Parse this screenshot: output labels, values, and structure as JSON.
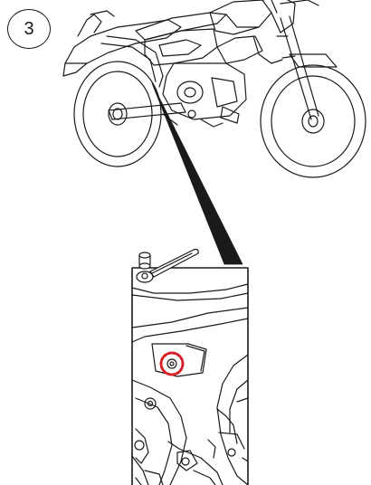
{
  "step": {
    "number": "3"
  },
  "colors": {
    "line": "#1a1a1a",
    "highlight": "#d61f26",
    "background": "#ffffff"
  },
  "figure": {
    "subject": "motorcycle-side-view",
    "detail": "frame-bolt-location",
    "tool": "ratchet-wrench-with-socket"
  }
}
